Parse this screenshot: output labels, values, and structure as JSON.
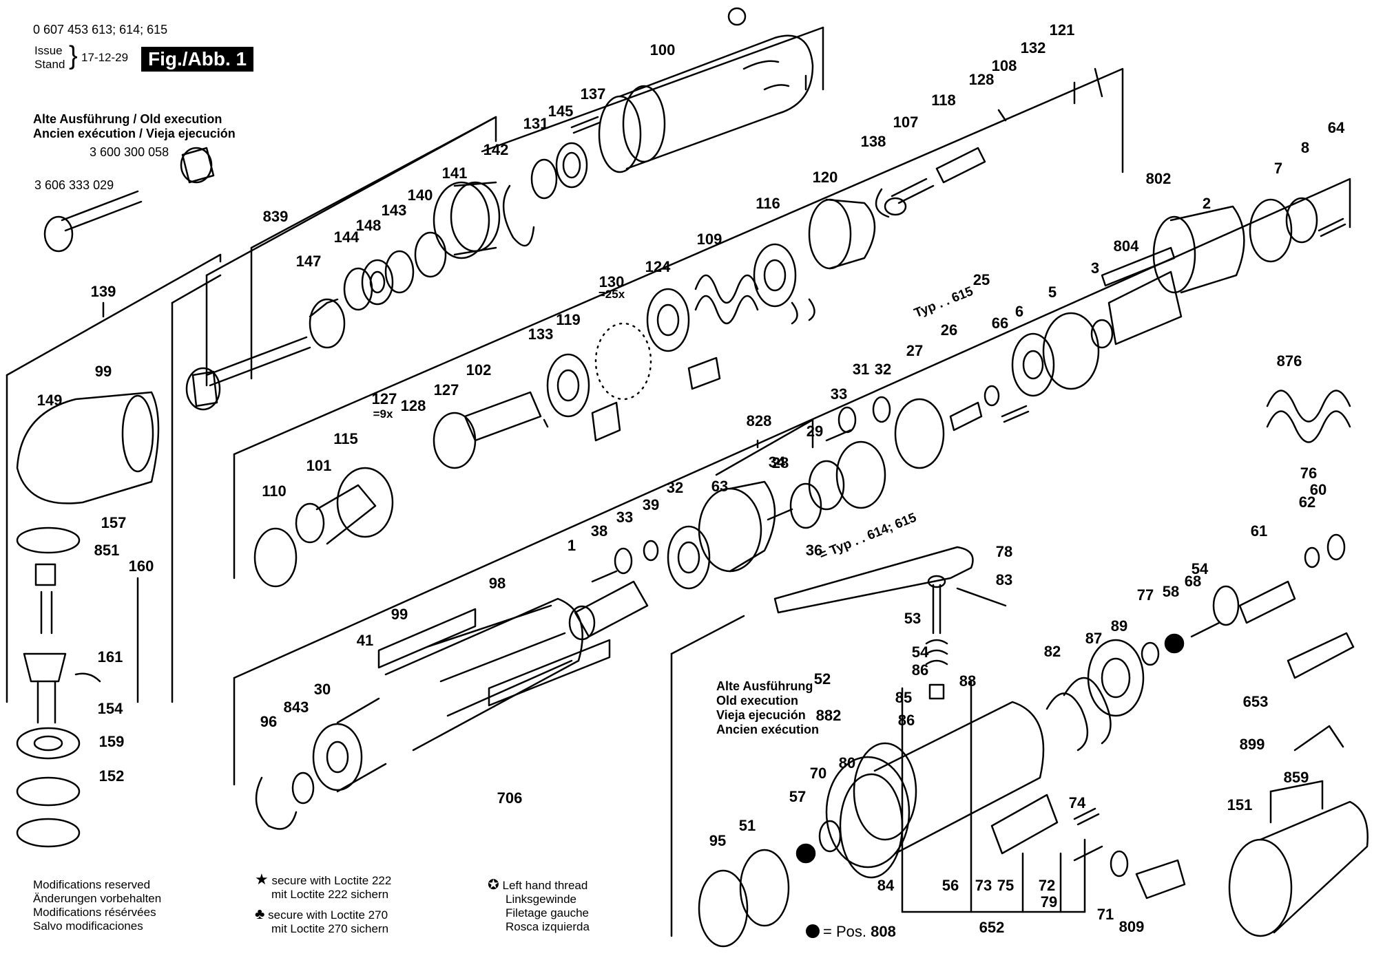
{
  "header": {
    "part_numbers": "0 607 453 613; 614; 615",
    "issue_label": "Issue",
    "stand_label": "Stand",
    "date": "17-12-29",
    "figure": "Fig./Abb. 1"
  },
  "old_execution_top": {
    "line1": "Alte Ausführung / Old execution",
    "line2": "Ancien exécution / Vieja ejecución",
    "part_a": "3 600 300 058",
    "part_b": "3 606 333 029"
  },
  "old_execution_bottom": {
    "line1": "Alte Ausführung",
    "line2": "Old execution",
    "line3": "Vieja ejecución",
    "line4": "Ancien exécution"
  },
  "type_labels": {
    "typ_615": "Typ . . 615",
    "typ_614_615": "= Typ . . 614; 615"
  },
  "footer": {
    "mods": [
      "Modifications reserved",
      "Änderungen vorbehalten",
      "Modifications résérvées",
      "Salvo modificaciones"
    ],
    "loctite222": [
      "secure with Loctite 222",
      "mit Loctite 222 sichern"
    ],
    "loctite270": [
      "secure with Loctite 270",
      "mit Loctite 270 sichern"
    ],
    "left_thread": [
      "Left hand thread",
      "Linksgewinde",
      "Filetage gauche",
      "Rosca izquierda"
    ],
    "pos_label": "= Pos.",
    "pos_value": "808"
  },
  "callouts": [
    "100",
    "121",
    "132",
    "108",
    "128",
    "137",
    "145",
    "131",
    "142",
    "141",
    "140",
    "143",
    "148",
    "144",
    "147",
    "839",
    "118",
    "107",
    "138",
    "120",
    "116",
    "109",
    "124",
    "130",
    "=25x",
    "119",
    "133",
    "102",
    "127",
    "128",
    "=9x",
    "127",
    "115",
    "101",
    "110",
    "64",
    "8",
    "7",
    "802",
    "2",
    "804",
    "3",
    "5",
    "6",
    "66",
    "25",
    "26",
    "27",
    "31",
    "32",
    "33",
    "29",
    "828",
    "28",
    "63",
    "34",
    "36",
    "32",
    "39",
    "33",
    "38",
    "1",
    "98",
    "99",
    "41",
    "30",
    "843",
    "96",
    "706",
    "876",
    "76",
    "60",
    "62",
    "61",
    "54",
    "68",
    "58",
    "77",
    "78",
    "83",
    "53",
    "54",
    "86",
    "85",
    "86",
    "88",
    "89",
    "87",
    "82",
    "52",
    "882",
    "80",
    "70",
    "57",
    "51",
    "95",
    "84",
    "56",
    "73",
    "75",
    "72",
    "74",
    "79",
    "71",
    "809",
    "652",
    "653",
    "899",
    "859",
    "151",
    "139",
    "99",
    "149",
    "157",
    "851",
    "160",
    "161",
    "154",
    "159",
    "152"
  ]
}
